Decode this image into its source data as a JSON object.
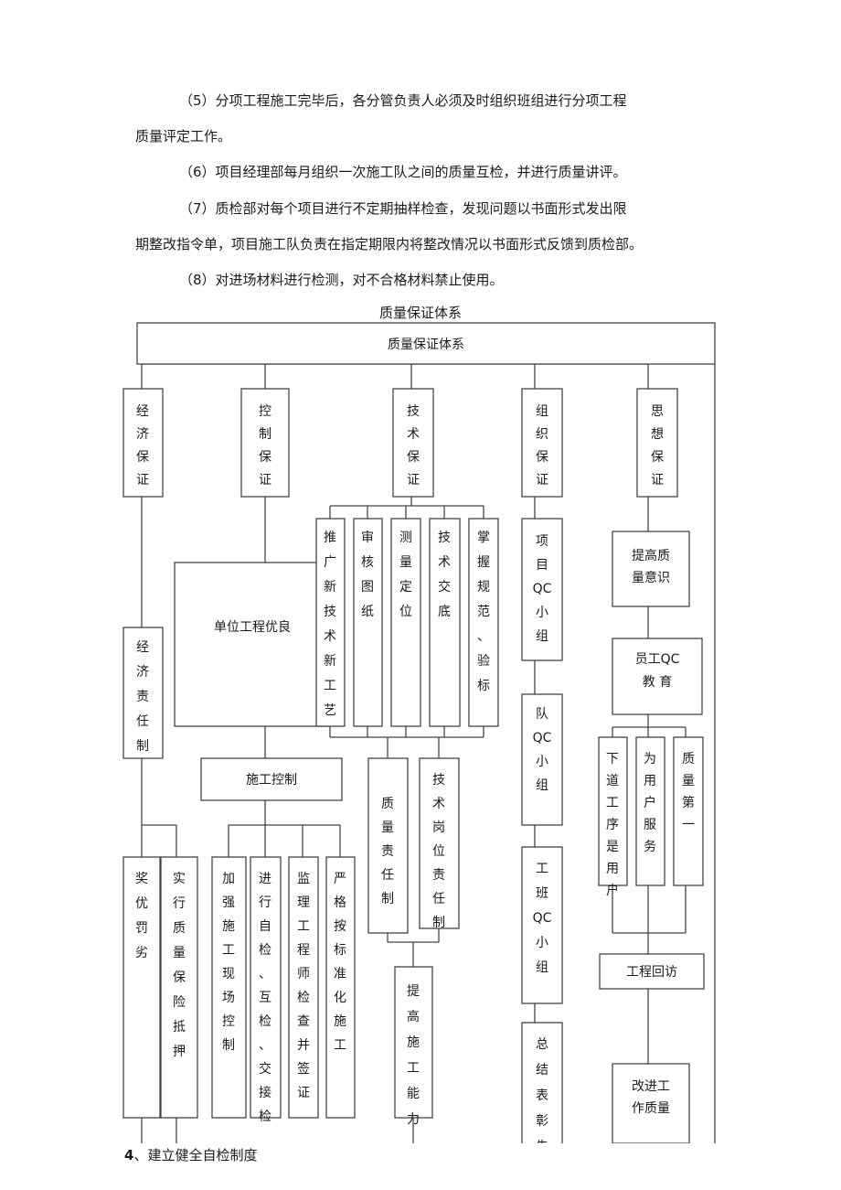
{
  "paragraphs": [
    "（5）分项工程施工完毕后，各分管负责人必须及时组织班组进行分项工程",
    "质量评定工作。",
    "（6）项目经理部每月组织一次施工队之间的质量互检，并进行质量讲评。",
    "（7）质检部对每个项目进行不定期抽样检查，发现问题以书面形式发出限",
    "期整改指令单，项目施工队负责在指定期限内将整改情况以书面形式反馈到质检部。",
    "（8）对进场材料进行检测，对不合格材料禁止使用。"
  ],
  "diagram_caption": "质量保证体系",
  "diagram": {
    "root": "质量保证体系",
    "economic": "经济保证",
    "control": "控制保证",
    "technical": "技术保证",
    "organization": "组织保证",
    "ideology": "思想保证",
    "economic_responsibility": "经济责任制",
    "reward": "奖优罚劣",
    "deposit": "实行质量保险抵押",
    "unit_excellent": "单位工程优良",
    "construction_control": "施工控制",
    "site_control": "加强施工现场控制",
    "self_check": "进行自检、互检、交接检",
    "supervision": "监理工程师检查并签证",
    "standardized": "严格按标准化施工",
    "new_tech": "推广新技术新工艺",
    "review_drawings": "审核图纸",
    "survey": "测量定位",
    "tech_disclosure": "技术交底",
    "standards": "掌握规范、验标",
    "quality_responsibility": "质量责任制",
    "post_responsibility": "技术岗位责任制",
    "improve_ability": "提高施工能力",
    "project_qc": "项目QC小组",
    "team_qc": "队QC小组",
    "crew_qc": "工班QC小组",
    "summary": "总结表彰先",
    "awareness": "提高质量意识",
    "qc_education_1": "员工QC",
    "qc_education_2": "教  育",
    "next_process": "下道工序是用户",
    "serve_users": "为用户服务",
    "quality_first": "质量第一",
    "revisit": "工程回访",
    "improve_quality_1": "改进工",
    "improve_quality_2": "作质量"
  },
  "footer": {
    "number": "4",
    "text": "、建立健全自检制度"
  }
}
